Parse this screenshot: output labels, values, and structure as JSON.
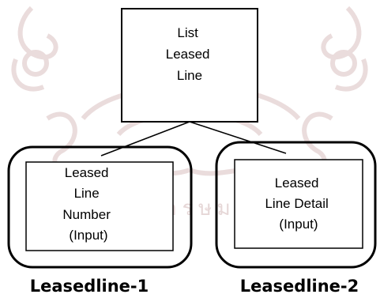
{
  "diagram": {
    "root": {
      "lines": [
        "List",
        "Leased",
        "Line"
      ]
    },
    "children": [
      {
        "lines": [
          "Leased",
          "Line",
          "Number",
          "(Input)"
        ],
        "caption": "Leasedline-1"
      },
      {
        "lines": [
          "Leased",
          "Line Detail",
          "(Input)"
        ],
        "caption": "Leasedline-2"
      }
    ]
  },
  "watermark": {
    "text": "พ  ล  ว  ม  ก  ล  า  ร  ษ  ม  ส  ร  ค  ด  น",
    "color": "#e6d7d7"
  },
  "colors": {
    "stroke": "#000000",
    "background": "#ffffff"
  }
}
